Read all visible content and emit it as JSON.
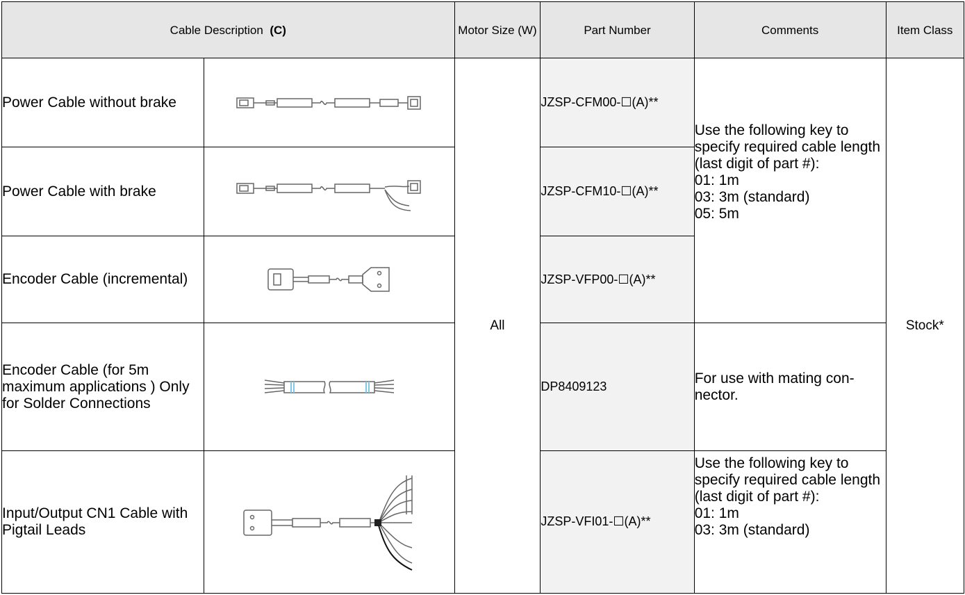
{
  "header": {
    "cable_description": "Cable Description",
    "cable_description_code": "(C)",
    "motor_size": "Motor Size (W)",
    "part_number": "Part Number",
    "comments": "Comments",
    "item_class": "Item Class"
  },
  "rows": [
    {
      "description": "Power Cable without brake",
      "part_number": "JZSP-CFM00-☐(A)**",
      "illustration": "power-cable-icon"
    },
    {
      "description": "Power Cable with brake",
      "part_number": "JZSP-CFM10-☐(A)**",
      "illustration": "power-cable-brake-icon"
    },
    {
      "description": "Encoder Cable (incremental)",
      "part_number": "JZSP-VFP00-☐(A)**",
      "illustration": "encoder-cable-icon"
    },
    {
      "description": "Encoder Cable (for 5m maximum applications ) Only for Solder Connections",
      "part_number": "DP8409123",
      "illustration": "solder-cable-icon"
    },
    {
      "description": "Input/Output CN1 Cable with Pigtail Leads",
      "part_number": "JZSP-VFI01-☐(A)**",
      "illustration": "pigtail-cable-icon"
    }
  ],
  "motor_size_value": "All",
  "item_class_value": "Stock*",
  "comments": {
    "group_1": "Use the following key to specify required cable length (last digit of part #):\n01: 1m\n03: 3m (standard)\n05: 5m",
    "group_2": "For use with mating con-nector.",
    "group_3": "Use the following key to specify required cable length (last digit of part #):\n01: 1m\n03: 3m (standard)"
  }
}
